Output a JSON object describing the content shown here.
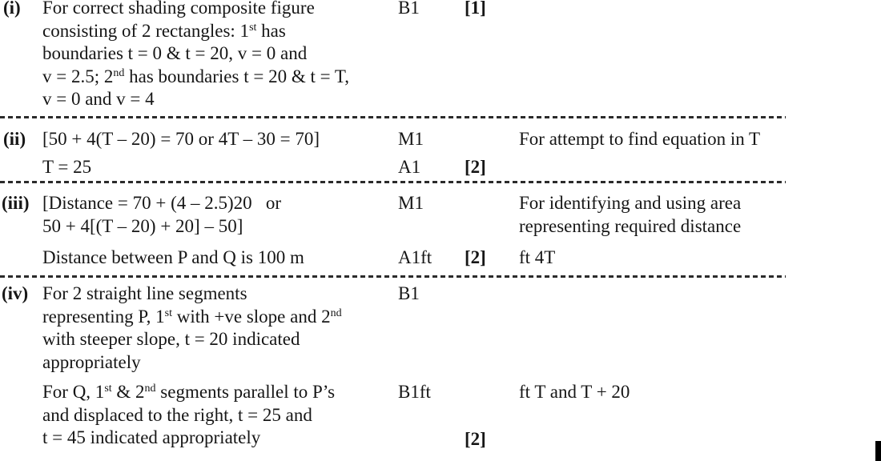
{
  "page": {
    "background_color": "#ffffff",
    "text_color": "#161616",
    "separator_color": "#2b2b2b"
  },
  "doc": {
    "rows": [
      {
        "num": "(i)",
        "paras": [
          {
            "mark": "B1",
            "total": "[1]",
            "lines": [
              {
                "parts": [
                  {
                    "t": "For correct shading composite figure"
                  }
                ]
              },
              {
                "parts": [
                  {
                    "t": "consisting of 2 rectangles: 1"
                  },
                  {
                    "t": "st",
                    "sup": true
                  },
                  {
                    "t": " has"
                  }
                ]
              },
              {
                "parts": [
                  {
                    "t": "boundaries t = 0 & t = 20, v = 0 and"
                  }
                ]
              },
              {
                "parts": [
                  {
                    "t": "v = 2.5; 2"
                  },
                  {
                    "t": "nd",
                    "sup": true
                  },
                  {
                    "t": " has boundaries t = 20 & t = T,"
                  }
                ]
              },
              {
                "parts": [
                  {
                    "t": "v = 0 and v = 4"
                  }
                ]
              }
            ]
          }
        ]
      },
      {
        "num": "(ii)",
        "paras": [
          {
            "mark": "M1",
            "lines": [
              {
                "parts": [
                  {
                    "t": "[50 + 4(T – 20) = 70 or 4T – 30 = 70]"
                  }
                ]
              }
            ],
            "comments": [
              "For attempt to find equation in T"
            ]
          },
          {
            "mark": "A1",
            "total": "[2]",
            "lines": [
              {
                "parts": [
                  {
                    "t": "T = 25"
                  }
                ]
              }
            ]
          }
        ]
      },
      {
        "num": "(iii)",
        "paras": [
          {
            "mark": "M1",
            "lines": [
              {
                "parts": [
                  {
                    "t": "[Distance = 70 + (4 – 2.5)20   or"
                  }
                ]
              },
              {
                "parts": [
                  {
                    "t": "50 + 4[(T – 20) + 20] – 50]"
                  }
                ]
              }
            ],
            "comments": [
              "For identifying and using area",
              "representing required distance"
            ]
          },
          {
            "mark": "A1ft",
            "total": "[2]",
            "lines": [
              {
                "parts": [
                  {
                    "t": "Distance between P and Q is 100 m"
                  }
                ]
              }
            ],
            "comments": [
              "ft 4T"
            ]
          }
        ]
      },
      {
        "num": "(iv)",
        "paras": [
          {
            "mark": "B1",
            "lines": [
              {
                "parts": [
                  {
                    "t": "For 2 straight line segments"
                  }
                ]
              },
              {
                "parts": [
                  {
                    "t": "representing P, 1"
                  },
                  {
                    "t": "st",
                    "sup": true
                  },
                  {
                    "t": " with +ve slope and 2"
                  },
                  {
                    "t": "nd",
                    "sup": true
                  }
                ]
              },
              {
                "parts": [
                  {
                    "t": "with steeper slope, t = 20 indicated"
                  }
                ]
              },
              {
                "parts": [
                  {
                    "t": "appropriately"
                  }
                ]
              }
            ]
          },
          {
            "mark": "B1ft",
            "total": "[2]",
            "lines": [
              {
                "parts": [
                  {
                    "t": "For Q, 1"
                  },
                  {
                    "t": "st",
                    "sup": true
                  },
                  {
                    "t": " & 2"
                  },
                  {
                    "t": "nd",
                    "sup": true
                  },
                  {
                    "t": " segments parallel to P’s"
                  }
                ]
              },
              {
                "parts": [
                  {
                    "t": "and displaced to the right, t = 25 and"
                  }
                ]
              },
              {
                "parts": [
                  {
                    "t": "t = 45 indicated appropriately"
                  }
                ]
              }
            ],
            "comments": [
              "ft T and T + 20"
            ]
          }
        ]
      }
    ]
  }
}
